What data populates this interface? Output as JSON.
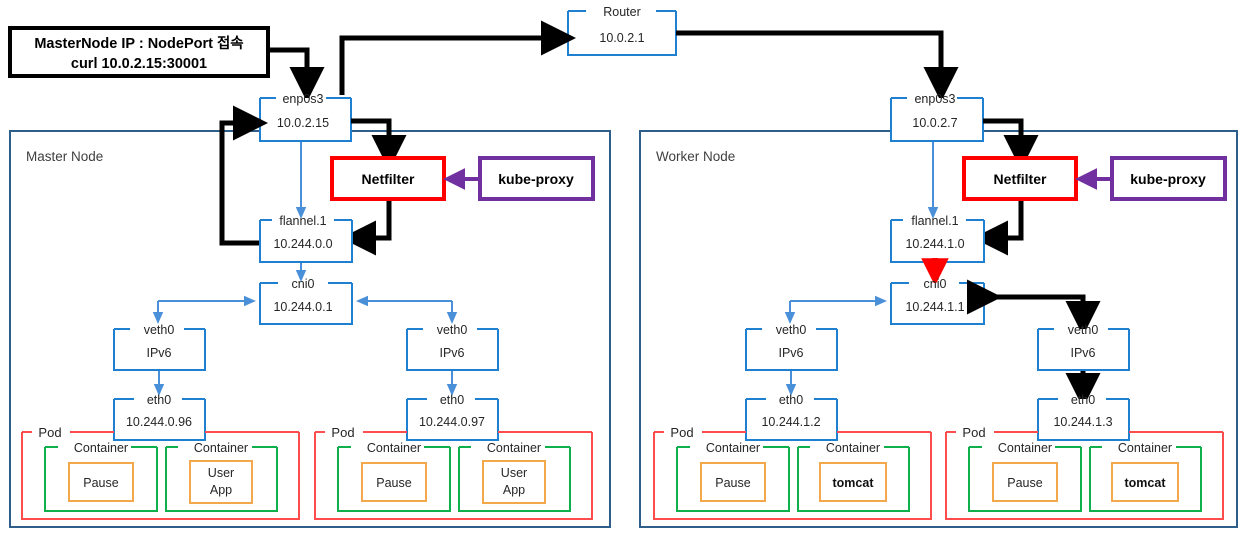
{
  "callout": {
    "line1": "MasterNode IP : NodePort 접속",
    "line2": "curl 10.0.2.15:30001"
  },
  "router": {
    "label": "Router",
    "ip": "10.0.2.1"
  },
  "colors": {
    "device_box": "#1f7fd0",
    "node_frame": "#2e5f8a",
    "netfilter": "#ff0000",
    "kube_proxy": "#7030a0",
    "pod": "#ff4d4d",
    "container": "#0faf4b",
    "inner_app": "#f2a84b",
    "black_flow": "#000000",
    "blue_flow": "#4a90d9",
    "red_flow": "#ff0000"
  },
  "nodes": [
    {
      "id": "master",
      "title": "Master Node",
      "nic": {
        "label": "enp0s3",
        "ip": "10.0.2.15"
      },
      "netfilter": {
        "label": "Netfilter"
      },
      "kube_proxy": {
        "label": "kube-proxy"
      },
      "flannel": {
        "label": "flannel.1",
        "ip": "10.244.0.0"
      },
      "cni": {
        "label": "cni0",
        "ip": "10.244.0.1"
      },
      "pods": [
        {
          "veth": {
            "label": "veth0",
            "ip": "IPv6"
          },
          "eth": {
            "label": "eth0",
            "ip": "10.244.0.96"
          },
          "pod_label": "Pod",
          "containers": [
            {
              "label": "Container",
              "app": "Pause",
              "bold": false
            },
            {
              "label": "Container",
              "app": "User\nApp",
              "bold": false
            }
          ]
        },
        {
          "veth": {
            "label": "veth0",
            "ip": "IPv6"
          },
          "eth": {
            "label": "eth0",
            "ip": "10.244.0.97"
          },
          "pod_label": "Pod",
          "containers": [
            {
              "label": "Container",
              "app": "Pause",
              "bold": false
            },
            {
              "label": "Container",
              "app": "User\nApp",
              "bold": false
            }
          ]
        }
      ]
    },
    {
      "id": "worker",
      "title": "Worker Node",
      "nic": {
        "label": "enp0s3",
        "ip": "10.0.2.7"
      },
      "netfilter": {
        "label": "Netfilter"
      },
      "kube_proxy": {
        "label": "kube-proxy"
      },
      "flannel": {
        "label": "flannel.1",
        "ip": "10.244.1.0"
      },
      "cni": {
        "label": "cni0",
        "ip": "10.244.1.1"
      },
      "pods": [
        {
          "veth": {
            "label": "veth0",
            "ip": "IPv6"
          },
          "eth": {
            "label": "eth0",
            "ip": "10.244.1.2"
          },
          "pod_label": "Pod",
          "containers": [
            {
              "label": "Container",
              "app": "Pause",
              "bold": false
            },
            {
              "label": "Container",
              "app": "tomcat",
              "bold": true
            }
          ]
        },
        {
          "veth": {
            "label": "veth0",
            "ip": "IPv6"
          },
          "eth": {
            "label": "eth0",
            "ip": "10.244.1.3"
          },
          "pod_label": "Pod",
          "containers": [
            {
              "label": "Container",
              "app": "Pause",
              "bold": false
            },
            {
              "label": "Container",
              "app": "tomcat",
              "bold": true
            }
          ]
        }
      ]
    }
  ],
  "app_lines": {
    "user_app_1": "User",
    "user_app_2": "App"
  }
}
